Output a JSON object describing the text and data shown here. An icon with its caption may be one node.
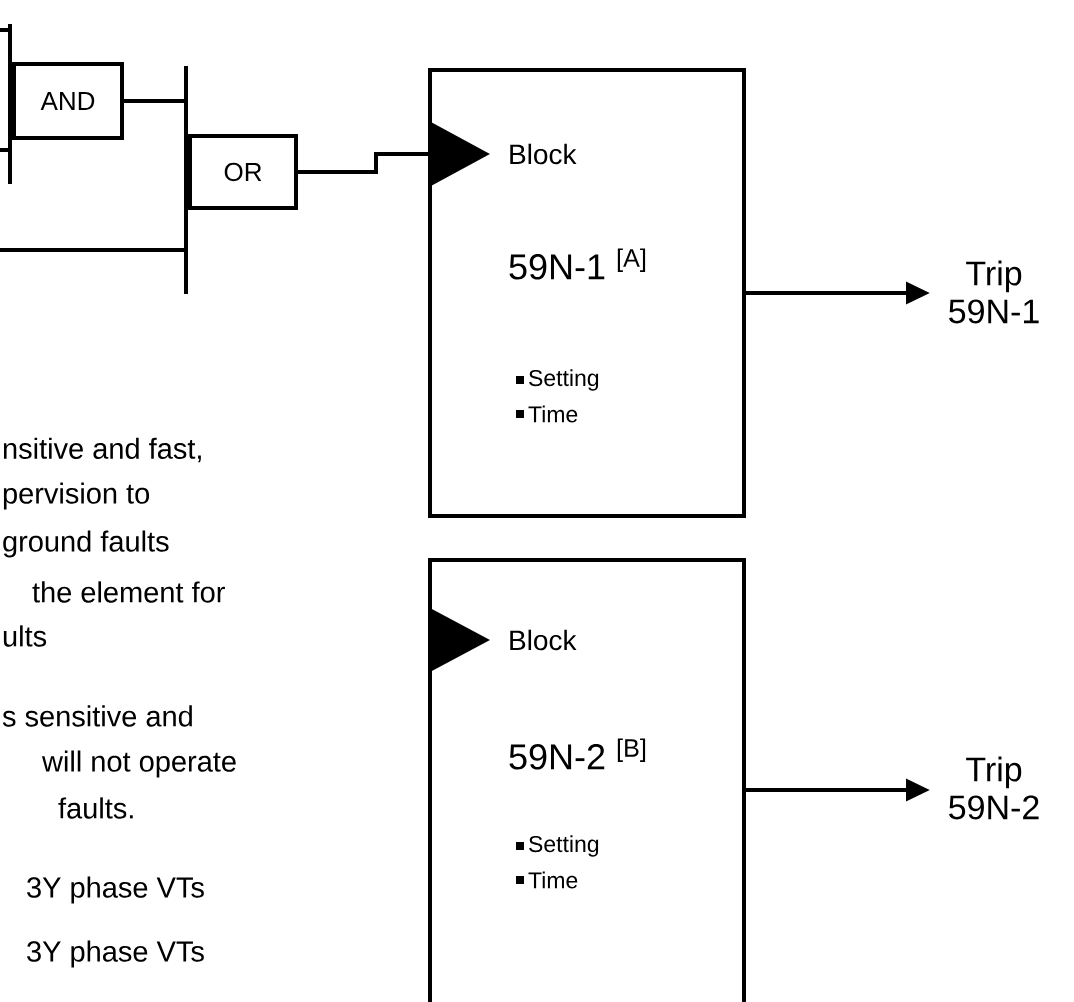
{
  "diagram": {
    "nodes": [
      {
        "text": [
          "AND"
        ]
      },
      {
        "text": [
          "OR"
        ]
      },
      {
        "text": [
          "Block",
          "59N-1 $^{[A]}$",
          "Setting",
          "Time"
        ]
      },
      {
        "text": [
          "Block",
          "59N-2 $^{[B]}$",
          "Setting",
          "Time"
        ]
      },
      {
        "text": [
          "Trip 59N-1"
        ]
      },
      {
        "text": [
          "Trip 59N-2"
        ]
      }
    ],
    "edges": [
      {
        "from": null,
        "to": 0,
        "arrow": "none"
      },
      {
        "from": null,
        "to": 0,
        "arrow": "none"
      },
      {
        "from": 0,
        "to": 1,
        "arrow": "none"
      },
      {
        "from": null,
        "to": 1,
        "arrow": "none"
      },
      {
        "from": 1,
        "to": 2,
        "arrow": "to"
      },
      {
        "from": 2,
        "to": 4,
        "arrow": "to"
      },
      {
        "from": 3,
        "to": 5,
        "arrow": "to"
      }
    ],
    "labels": [
      "nsitive and fast,",
      "pervision to",
      "ground faults",
      "the element for",
      "ults",
      "s sensitive and",
      "will not operate",
      "faults.",
      "3Y phase VTs",
      "3Y phase VTs"
    ]
  }
}
